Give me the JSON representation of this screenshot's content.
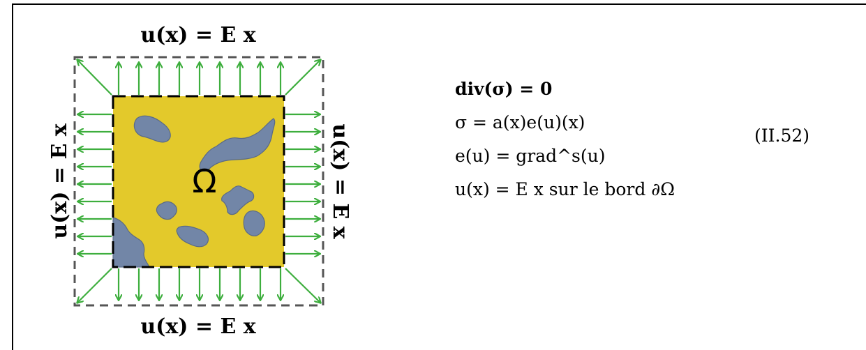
{
  "figure": {
    "domain_label": "Ω",
    "boundary_condition_top": "u(x) = E x",
    "boundary_condition_bottom": "u(x) = E x",
    "boundary_condition_left": "u(x) = E x",
    "boundary_condition_right": "u(x) = E x",
    "colors": {
      "matrix": "#E3C92B",
      "inclusion": "#7286A7",
      "arrow": "#3DAE3D",
      "dashed_border": "#555555",
      "inner_border": "#000000"
    }
  },
  "equations": {
    "line1": "div(σ) = 0",
    "line2": "σ = a(x)e(u)(x)",
    "line3": "e(u) = grad^s(u)",
    "line4": "u(x) = E x sur le bord ∂Ω",
    "number": "(II.52)"
  }
}
